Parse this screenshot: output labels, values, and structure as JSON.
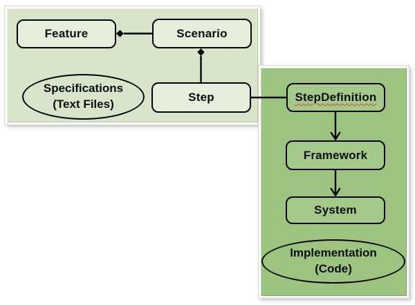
{
  "diagram": {
    "nodes": {
      "feature": "Feature",
      "scenario": "Scenario",
      "step": "Step",
      "step_definition": "StepDefinition",
      "framework": "Framework",
      "system": "System"
    },
    "captions": {
      "specifications": {
        "line1": "Specifications",
        "line2": "(Text Files)"
      },
      "implementation": {
        "line1": "Implementation",
        "line2": "(Code)"
      }
    },
    "edges": [
      {
        "from": "Scenario",
        "to": "Feature",
        "style": "diamond-aggregation",
        "direction": "left"
      },
      {
        "from": "Step",
        "to": "Scenario",
        "style": "diamond-aggregation",
        "direction": "up"
      },
      {
        "from": "Step",
        "to": "StepDefinition",
        "style": "plain-line",
        "direction": "right"
      },
      {
        "from": "StepDefinition",
        "to": "Framework",
        "style": "open-arrow",
        "direction": "down"
      },
      {
        "from": "Framework",
        "to": "System",
        "style": "open-arrow",
        "direction": "down"
      }
    ],
    "colors": {
      "page_bg": "#ffffff",
      "spec_panel_bg": "#d9e5cb",
      "spec_node_bg": "#e6efdc",
      "impl_panel_bg": "#9dc381",
      "impl_node_bg": "#a5c98b",
      "shape_border": "#000000",
      "spellcheck_underline": "#d04a34"
    }
  }
}
